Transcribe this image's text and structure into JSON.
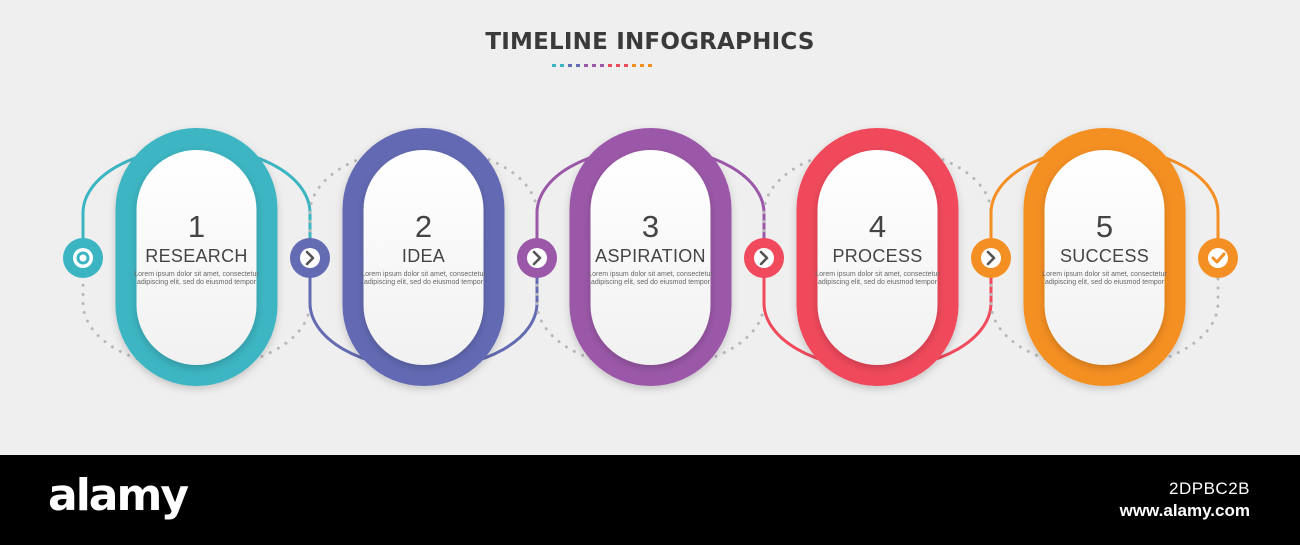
{
  "title": "TIMELINE INFOGRAPHICS",
  "steps": [
    {
      "number": "1",
      "label": "RESEARCH",
      "desc": "Lorem ipsum dolor sit amet, consectetur adipiscing elit, sed do eiusmod tempor",
      "color": "#3cb5c2",
      "icon": "circle-ring-icon"
    },
    {
      "number": "2",
      "label": "IDEA",
      "desc": "Lorem ipsum dolor sit amet, consectetur adipiscing elit, sed do eiusmod tempor",
      "color": "#636bb3",
      "icon": "chevron-right-icon"
    },
    {
      "number": "3",
      "label": "ASPIRATION",
      "desc": "Lorem ipsum dolor sit amet, consectetur adipiscing elit, sed do eiusmod tempor",
      "color": "#9b58a8",
      "icon": "chevron-right-icon"
    },
    {
      "number": "4",
      "label": "PROCESS",
      "desc": "Lorem ipsum dolor sit amet, consectetur adipiscing elit, sed do eiusmod tempor",
      "color": "#f04a5c",
      "icon": "chevron-right-icon"
    },
    {
      "number": "5",
      "label": "SUCCESS",
      "desc": "Lorem ipsum dolor sit amet, consectetur adipiscing elit, sed do eiusmod tempor",
      "color": "#f48f24",
      "icon": "chevron-right-icon"
    }
  ],
  "end_icon": "check-icon",
  "dot_colors": [
    "#3cb5c2",
    "#3cb5c2",
    "#636bb3",
    "#636bb3",
    "#9b58a8",
    "#9b58a8",
    "#9b58a8",
    "#f04a5c",
    "#f04a5c",
    "#f04a5c",
    "#f48f24",
    "#f48f24",
    "#f48f24"
  ],
  "footer": {
    "brand": "alamy",
    "image_id": "2DPBC2B",
    "site": "www.alamy.com"
  }
}
